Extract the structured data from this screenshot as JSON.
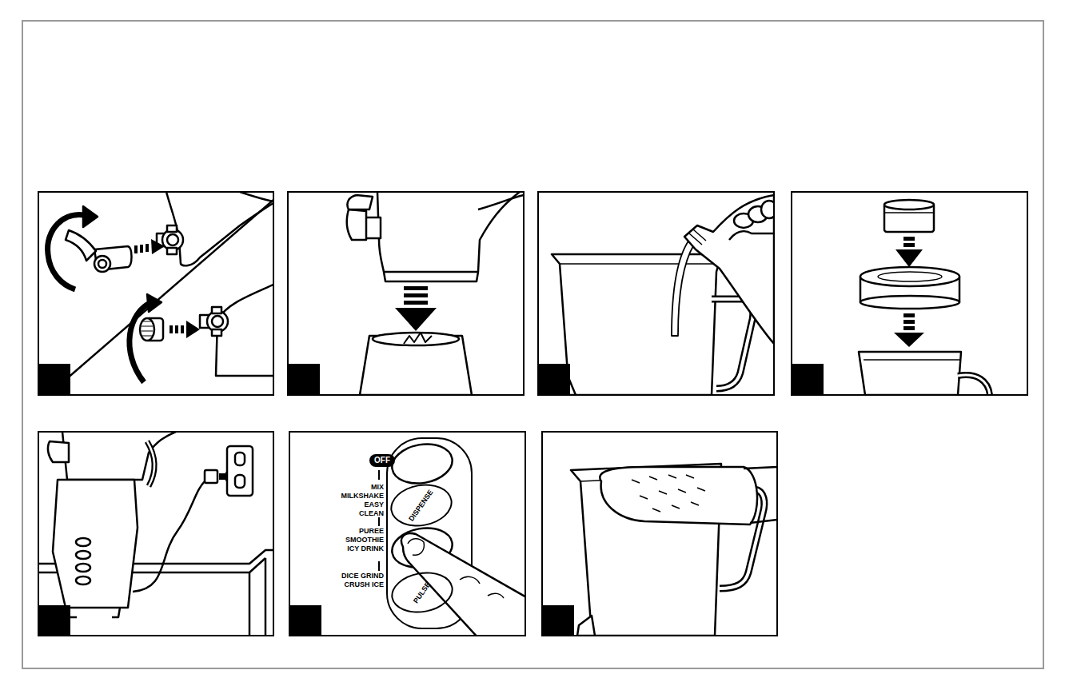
{
  "diagram": {
    "nodes": [
      {
        "text": [
          "OFF"
        ]
      },
      {
        "text": [
          "DISPENSE"
        ]
      },
      {
        "text": [
          "PULSE"
        ]
      }
    ],
    "labels": [
      "MIX MILKSHAKE EASY CLEAN",
      "PUREE SMOOTHIE ICY DRINK",
      "DICE GRIND CRUSH ICE"
    ]
  }
}
